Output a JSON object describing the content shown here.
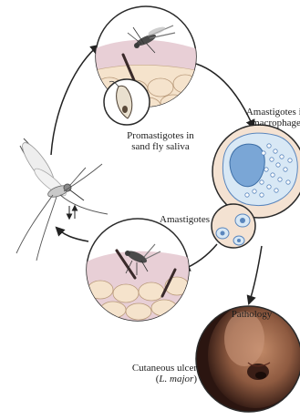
{
  "labels": {
    "promastigotes_line1": "Promastigotes in",
    "promastigotes_line2": "sand fly saliva",
    "amastigotes_macrophage_line1": "Amastigotes in",
    "amastigotes_macrophage_line2": "macrophage",
    "amastigotes": "Amastigotes",
    "pathology": "Pathology",
    "ulcer_line1": "Cutaneous ulcer",
    "ulcer_open": "(",
    "ulcer_species": "L. major",
    "ulcer_close": ")"
  },
  "colors": {
    "skin_pink": "#e8cfd6",
    "skin_cell": "#f5e3cc",
    "macrophage_fill": "#d8e8f5",
    "nucleus_fill": "#7aa6d6",
    "parasite_dot": "#5a86bd",
    "arrow": "#222222",
    "ulcer_dark": "#3a1e16",
    "ulcer_skin": "#b07a5c"
  }
}
